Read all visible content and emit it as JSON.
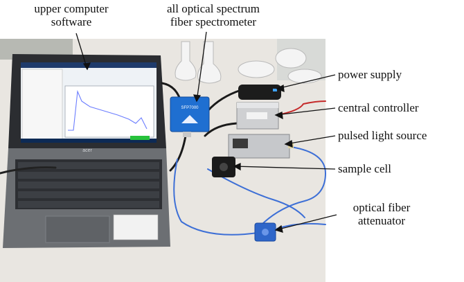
{
  "labels": {
    "upper_computer": [
      "upper computer",
      "software"
    ],
    "spectrometer": [
      "all optical spectrum",
      "fiber spectrometer"
    ],
    "power_supply": "power supply",
    "central_controller": "central controller",
    "pulsed_light_source": "pulsed light source",
    "sample_cell": "sample cell",
    "attenuator": [
      "optical fiber",
      "attenuator"
    ]
  },
  "device_text": {
    "spectrometer_badge": "SFP7000",
    "laptop_brand": "acer"
  },
  "colors": {
    "background": "#ffffff",
    "table": "#e9e6e1",
    "laptop_body": "#6c6f73",
    "screen": "#eef2f6",
    "spectrometer_blue": "#1f6fd1",
    "fiber_blue": "#3d6fd6",
    "attenuator_blue": "#2f66c9",
    "arrow": "#111111"
  }
}
